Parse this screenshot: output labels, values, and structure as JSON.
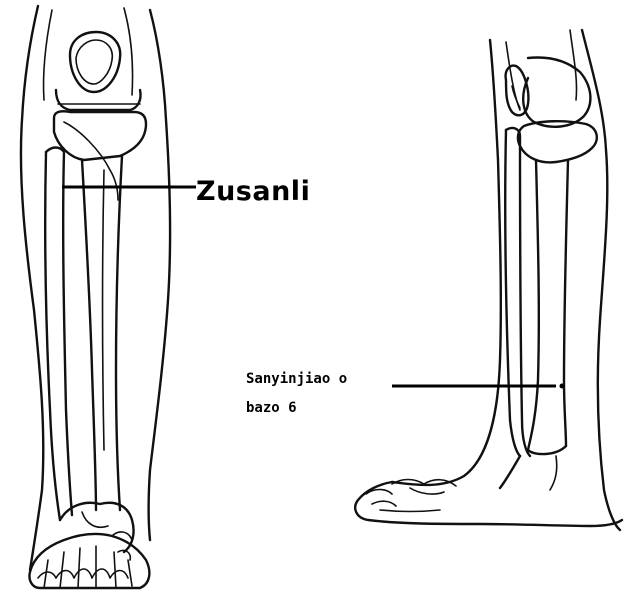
{
  "points": {
    "zusanli": {
      "label": "Zusanli"
    },
    "sanyinjiao": {
      "line1": "Sanyinjiao o",
      "line2": "bazo 6"
    }
  }
}
